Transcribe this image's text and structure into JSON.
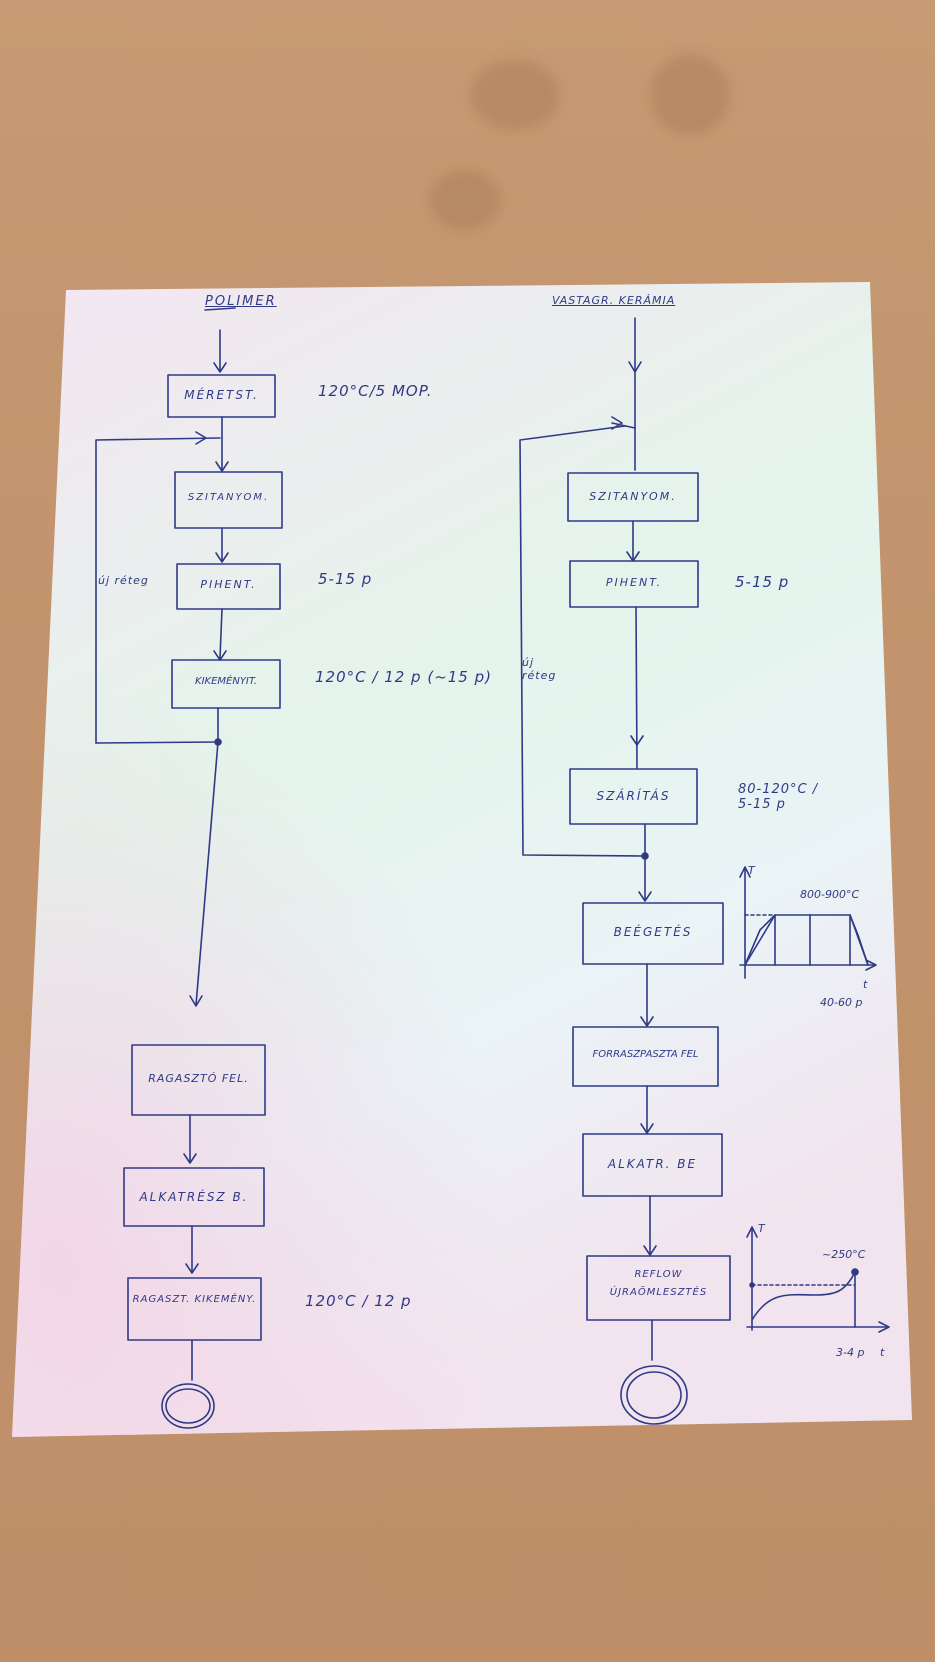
{
  "colors": {
    "ink": "#2f3a86",
    "paper_top": "#f3e9f4",
    "paper_mid": "#e3f3ea",
    "board": "#c2936c"
  },
  "left_flow": {
    "title": "POLIMER",
    "steps": [
      "MÉRETST.",
      "SZITANYOM.",
      "PIHENT.",
      "KIKEMÉNYIT.",
      "RAGASZTÓ FEL.",
      "ALKATRÉSZ B.",
      "RAGASZT. KIKEMÉNY."
    ],
    "notes": [
      "120°C/5 MOP.",
      "5-15 p",
      "120°C / 12 p (~15 p)",
      "120°C / 12 p"
    ],
    "loop_label": "új réteg"
  },
  "right_flow": {
    "title": "VASTAGR. KERÁMIA",
    "steps": [
      "SZITANYOM.",
      "PIHENT.",
      "SZÁRÍTÁS",
      "BEÉGETÉS",
      "FORRASZPASZTA FEL",
      "ALKATR. BE",
      "REFLOW ÚJRAÖMLESZTÉS"
    ],
    "notes": [
      "5-15 p",
      "80-120°C / 5-15 p"
    ],
    "loop_label": "új réteg",
    "firing_graph": {
      "y_label": "T",
      "x_label": "t",
      "temp": "800-900°C",
      "time": "40-60 p"
    },
    "reflow_graph": {
      "y_label": "T",
      "x_label": "t",
      "temp": "~250°C",
      "time": "3-4 p"
    }
  }
}
